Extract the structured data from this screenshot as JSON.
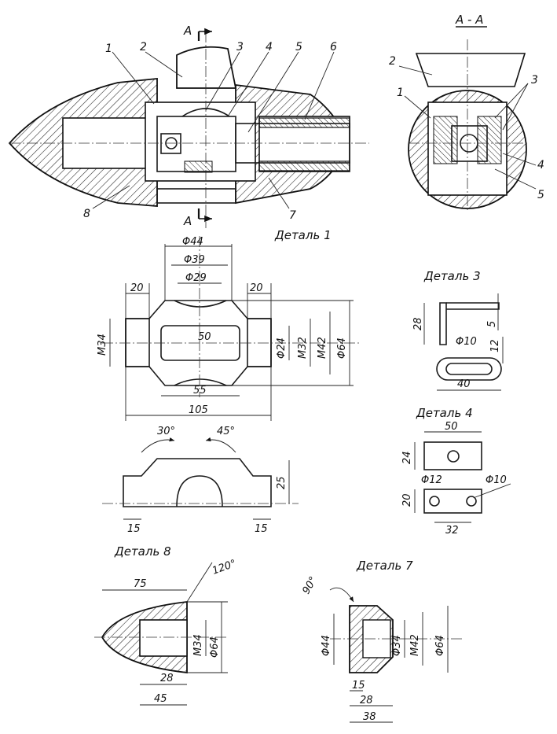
{
  "drawing": {
    "section_letter": "A",
    "section_title": "A - A",
    "assembly_numbers": [
      "1",
      "2",
      "3",
      "4",
      "5",
      "6",
      "7",
      "8"
    ],
    "section_numbers": [
      "2",
      "1",
      "3",
      "4",
      "5"
    ],
    "detail1": {
      "title": "Деталь 1",
      "dims": [
        "Φ44",
        "Φ39",
        "Φ29",
        "20",
        "20",
        "M34",
        "50",
        "Φ24",
        "M32",
        "M42",
        "Φ64",
        "55",
        "105",
        "30°",
        "45°",
        "25",
        "15",
        "15"
      ]
    },
    "detail3": {
      "title": "Деталь 3",
      "dims": [
        "28",
        "5",
        "Φ10",
        "12",
        "40"
      ]
    },
    "detail4": {
      "title": "Деталь 4",
      "dims": [
        "50",
        "24",
        "Φ12",
        "Φ10",
        "20",
        "32"
      ]
    },
    "detail8": {
      "title": "Деталь 8",
      "dims": [
        "75",
        "120°",
        "M34",
        "Φ64",
        "28",
        "45"
      ]
    },
    "detail7": {
      "title": "Деталь 7",
      "dims": [
        "90°",
        "Φ44",
        "Φ34",
        "M42",
        "Φ64",
        "15",
        "28",
        "38"
      ]
    }
  }
}
